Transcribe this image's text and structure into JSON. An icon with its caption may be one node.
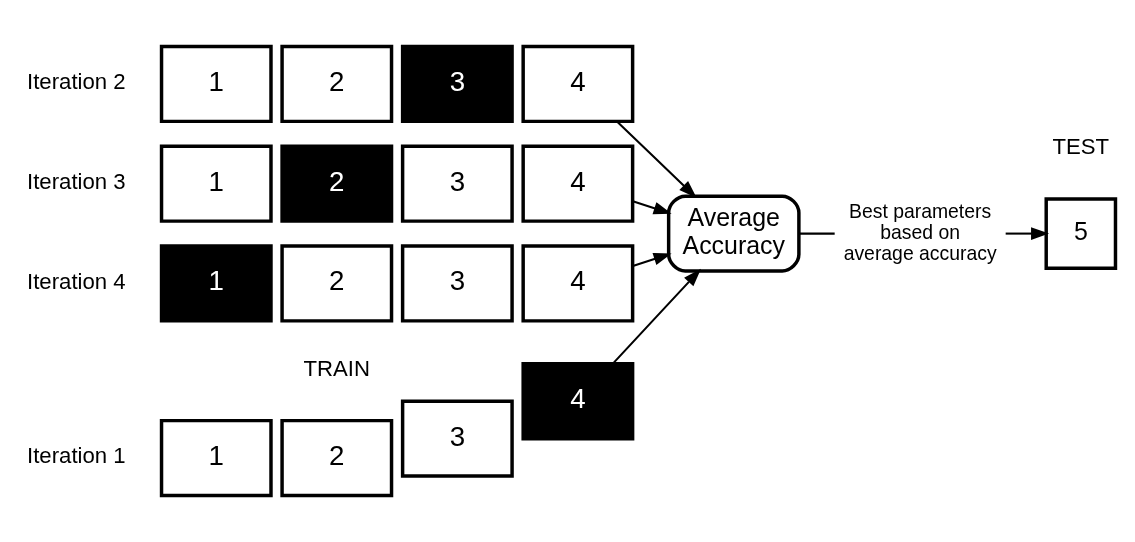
{
  "diagram": {
    "nodes": [
      {
        "text": [
          "1"
        ]
      },
      {
        "text": [
          "2"
        ]
      },
      {
        "text": [
          "3"
        ]
      },
      {
        "text": [
          "4"
        ]
      },
      {
        "text": [
          "1"
        ]
      },
      {
        "text": [
          "2"
        ]
      },
      {
        "text": [
          "3"
        ]
      },
      {
        "text": [
          "4"
        ]
      },
      {
        "text": [
          "1"
        ]
      },
      {
        "text": [
          "2"
        ]
      },
      {
        "text": [
          "3"
        ]
      },
      {
        "text": [
          "4"
        ]
      },
      {
        "text": [
          "1"
        ]
      },
      {
        "text": [
          "2"
        ]
      },
      {
        "text": [
          "3"
        ]
      },
      {
        "text": [
          "4"
        ]
      },
      {
        "text": [
          "Average Accuracy"
        ]
      },
      {
        "text": [
          "Best parameters based on average accuracy"
        ]
      },
      {
        "text": [
          "5"
        ]
      }
    ],
    "edges": [
      {
        "from": 3,
        "to": 16,
        "arrow": "to"
      },
      {
        "from": 7,
        "to": 16,
        "arrow": "to"
      },
      {
        "from": 11,
        "to": 16,
        "arrow": "to"
      },
      {
        "from": 15,
        "to": 16,
        "arrow": "to"
      },
      {
        "from": 16,
        "to": 17,
        "arrow": "none"
      },
      {
        "from": 17,
        "to": 18,
        "arrow": "to"
      }
    ],
    "labels": [
      "TRAIN",
      "Iteration 1",
      "Iteration 2",
      "Iteration 3",
      "Iteration 4",
      "TEST"
    ]
  }
}
